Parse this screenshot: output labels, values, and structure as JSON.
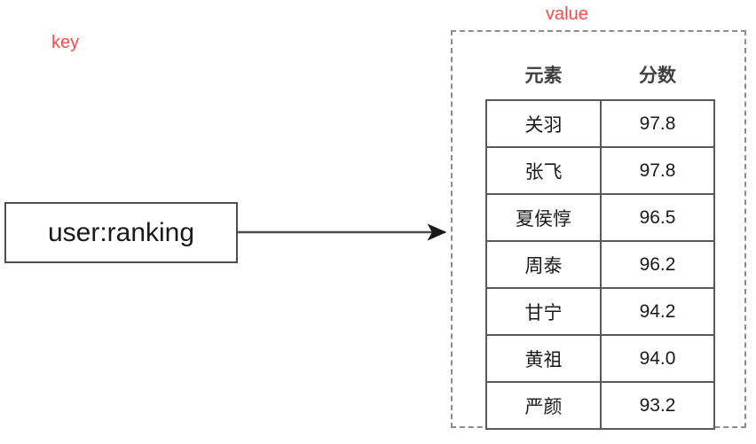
{
  "diagram": {
    "type": "redis-zset-key-value",
    "annotations": {
      "key_label": "key",
      "value_label": "value",
      "accent_color": "#fb4a4a"
    },
    "key_box": {
      "text": "user:ranking",
      "border_color": "#4d4d4d"
    },
    "connector": {
      "kind": "arrow",
      "direction": "left-to-right"
    },
    "value_container": {
      "border_style": "dashed",
      "border_color": "#8c8c8c"
    },
    "table": {
      "headers": [
        "元素",
        "分数"
      ],
      "rows": [
        {
          "member": "关羽",
          "score": "97.8"
        },
        {
          "member": "张飞",
          "score": "97.8"
        },
        {
          "member": "夏侯惇",
          "score": "96.5"
        },
        {
          "member": "周泰",
          "score": "96.2"
        },
        {
          "member": "甘宁",
          "score": "94.2"
        },
        {
          "member": "黄祖",
          "score": "94.0"
        },
        {
          "member": "严颜",
          "score": "93.2"
        }
      ]
    }
  }
}
